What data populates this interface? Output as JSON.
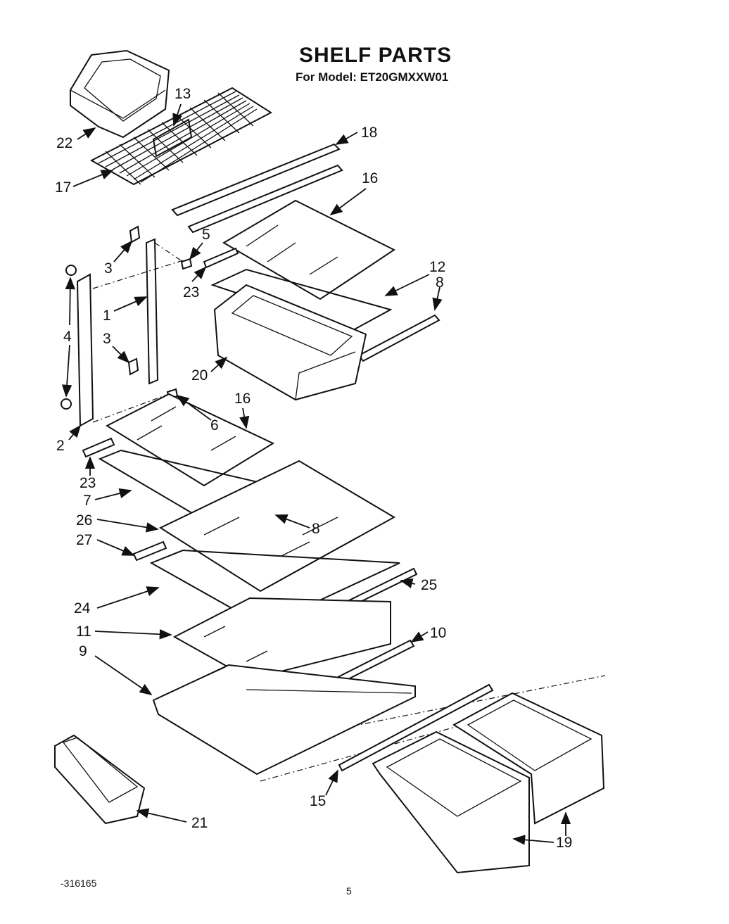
{
  "title": "SHELF PARTS",
  "subtitle": "For Model: ET20GMXXW01",
  "document_number": "-316165",
  "page_number": "5",
  "callouts": [
    "22",
    "13",
    "18",
    "17",
    "16",
    "5",
    "3",
    "23",
    "12",
    "8",
    "1",
    "4",
    "3",
    "20",
    "16",
    "6",
    "2",
    "23",
    "7",
    "26",
    "8",
    "27",
    "25",
    "24",
    "11",
    "10",
    "9",
    "15",
    "21",
    "19"
  ]
}
